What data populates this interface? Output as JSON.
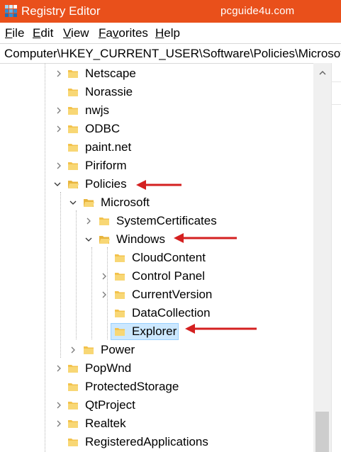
{
  "window": {
    "title": "Registry Editor",
    "watermark": "pcguide4u.com",
    "title_bar_color": "#e9501b",
    "app_icon": "registry-editor-icon"
  },
  "menu": {
    "items": [
      {
        "first": "F",
        "rest": "ile"
      },
      {
        "first": "E",
        "rest": "dit"
      },
      {
        "first": "V",
        "rest": "iew"
      },
      {
        "first": "",
        "rest": "Favorites"
      },
      {
        "first": "H",
        "rest": "elp"
      }
    ]
  },
  "address": {
    "path": "Computer\\HKEY_CURRENT_USER\\Software\\Policies\\Microsoft\\Windows\\Explorer"
  },
  "tree": {
    "folder_icon": "folder-icon",
    "folder_color": "#f3c24b",
    "selection_color": "#cce8ff",
    "annotation_arrow_color": "#d42020",
    "nodes": [
      {
        "label": "Netscape",
        "expander": "collapsed"
      },
      {
        "label": "Norassie",
        "expander": "none"
      },
      {
        "label": "nwjs",
        "expander": "collapsed"
      },
      {
        "label": "ODBC",
        "expander": "collapsed"
      },
      {
        "label": "paint.net",
        "expander": "none"
      },
      {
        "label": "Piriform",
        "expander": "collapsed"
      },
      {
        "label": "Policies",
        "expander": "expanded"
      },
      {
        "label": "Microsoft",
        "expander": "expanded"
      },
      {
        "label": "SystemCertificates",
        "expander": "collapsed"
      },
      {
        "label": "Windows",
        "expander": "expanded"
      },
      {
        "label": "CloudContent",
        "expander": "none"
      },
      {
        "label": "Control Panel",
        "expander": "collapsed"
      },
      {
        "label": "CurrentVersion",
        "expander": "collapsed"
      },
      {
        "label": "DataCollection",
        "expander": "none"
      },
      {
        "label": "Explorer",
        "expander": "none",
        "selected": true
      },
      {
        "label": "Power",
        "expander": "collapsed"
      },
      {
        "label": "PopWnd",
        "expander": "collapsed"
      },
      {
        "label": "ProtectedStorage",
        "expander": "none"
      },
      {
        "label": "QtProject",
        "expander": "collapsed"
      },
      {
        "label": "Realtek",
        "expander": "collapsed"
      },
      {
        "label": "RegisteredApplications",
        "expander": "none"
      }
    ]
  }
}
